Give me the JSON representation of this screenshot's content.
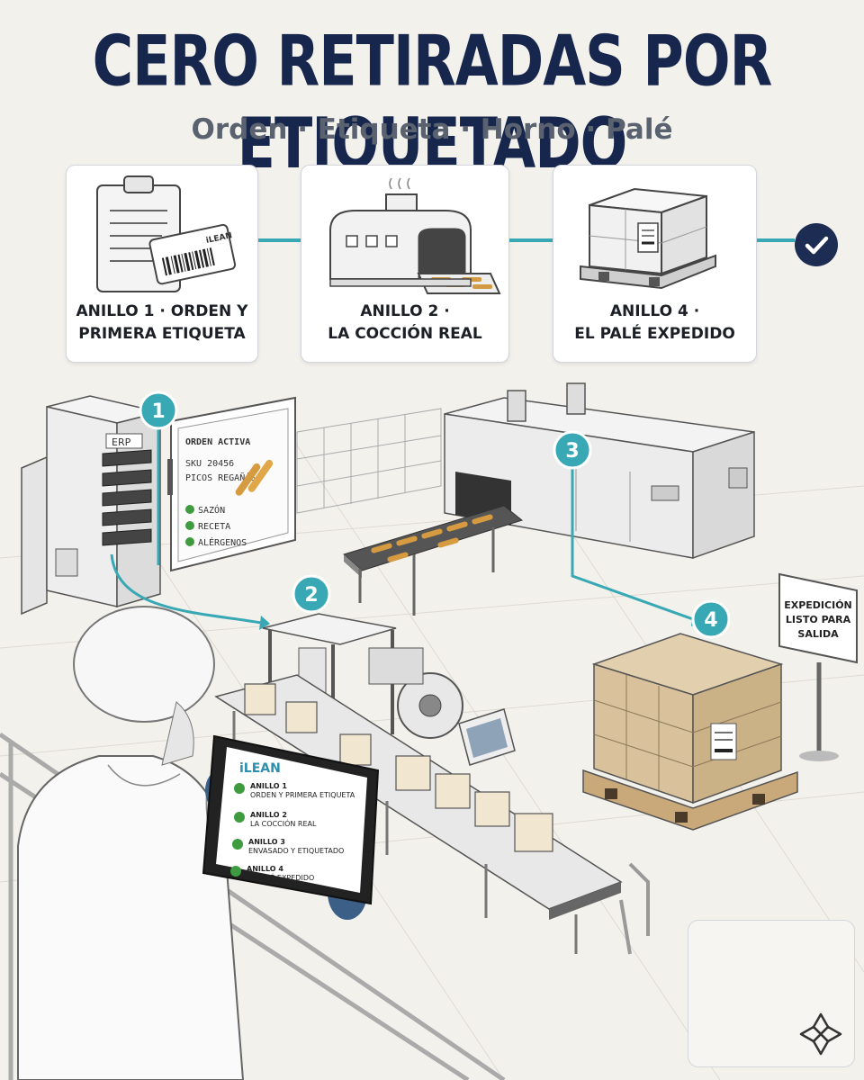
{
  "header": {
    "title": "CERO RETIRADAS POR ETIQUETADO",
    "subtitle": "Orden · Etiqueta · Horno · Palé"
  },
  "cards": [
    {
      "label": "ANILLO 1 · ORDEN Y\nPRIMERA ETIQUETA",
      "illustration": "clipboard-icon"
    },
    {
      "label": "ANILLO 2 ·\nLA COCCIÓN REAL",
      "illustration": "oven-icon"
    },
    {
      "label": "ANILLO 4 ·\nEL PALÉ EXPEDIDO",
      "illustration": "pallet-icon"
    }
  ],
  "card_tag": "iLEAN",
  "erp": {
    "cabinet_label": "ERP",
    "screen_title": "ORDEN ACTIVA",
    "sku": "SKU 20456",
    "product": "PICOS REGAÑÁS",
    "checks": [
      "SAZÓN",
      "RECETA",
      "ALÉRGENOS"
    ]
  },
  "markers": [
    "1",
    "2",
    "3",
    "4"
  ],
  "sign": {
    "lines": [
      "EXPEDICIÓN",
      "LISTO PARA",
      "SALIDA"
    ]
  },
  "tablet": {
    "brand": "iLEAN",
    "items": [
      {
        "title": "ANILLO 1",
        "desc": "ORDEN Y PRIMERA ETIQUETA"
      },
      {
        "title": "ANILLO 2",
        "desc": "LA COCCIÓN REAL"
      },
      {
        "title": "ANILLO 3",
        "desc": "ENVASADO Y ETIQUETADO"
      },
      {
        "title": "ANILLO 4",
        "desc": "EL PALÉ EXPEDIDO"
      }
    ]
  },
  "colors": {
    "navy": "#17264d",
    "teal": "#37a8b4",
    "check_green": "#3f9b3f",
    "background": "#f3f1ec"
  }
}
